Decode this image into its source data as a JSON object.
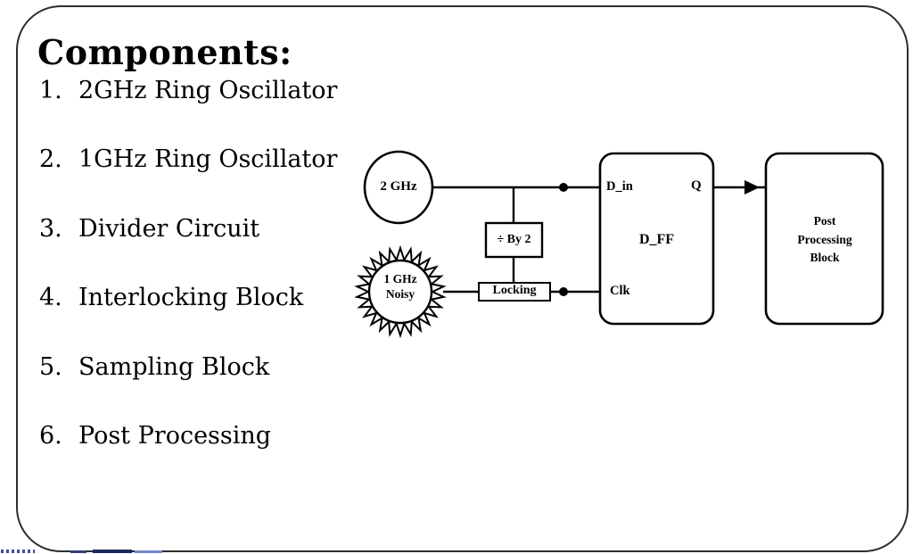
{
  "slide": {
    "title": "Components:",
    "items": [
      {
        "num": "1.",
        "label": "2GHz Ring Oscillator"
      },
      {
        "num": "2.",
        "label": "1GHz Ring Oscillator"
      },
      {
        "num": "3.",
        "label": "Divider Circuit"
      },
      {
        "num": "4.",
        "label": "Interlocking Block"
      },
      {
        "num": "5.",
        "label": "Sampling Block"
      },
      {
        "num": "6.",
        "label": "Post Processing"
      }
    ]
  },
  "diagram": {
    "osc2ghz": {
      "label": "2 GHz"
    },
    "osc1ghz": {
      "line1": "1 GHz",
      "line2": "Noisy"
    },
    "divider": {
      "label": "÷ By 2"
    },
    "locking": {
      "label": "Locking"
    },
    "dff": {
      "d_in": "D_in",
      "q": "Q",
      "name": "D_FF",
      "clk": "Clk"
    },
    "post": {
      "line1": "Post",
      "line2": "Processing",
      "line3": "Block"
    },
    "colors": {
      "stroke": "#000000",
      "fill": "#ffffff"
    }
  }
}
